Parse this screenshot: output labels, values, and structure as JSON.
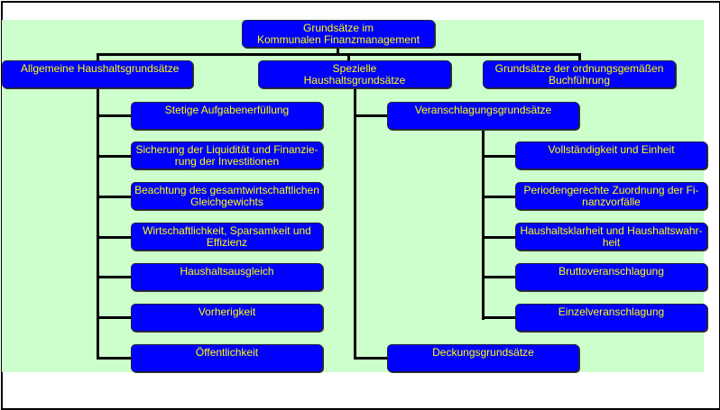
{
  "root": "Grundsätze im Kommunalen Finanzmanagement",
  "root_lines": [
    "Grundsätze im",
    "Kommunalen Finanzmanagement"
  ],
  "level1": [
    {
      "label": "Allgemeine Haushaltsgrundsätze"
    },
    {
      "label": "Spezielle Haushaltsgrundsätze",
      "lines": [
        "Spezielle",
        "Haushaltsgrundsätze"
      ]
    },
    {
      "label": "Grundsätze der ordnungsgemäßen Buchführung",
      "lines": [
        "Grundsätze der ordnungsgemäßen",
        "Buchführung"
      ]
    }
  ],
  "allgemeine_children": [
    {
      "label": "Stetige Aufgabenerfüllung"
    },
    {
      "label": "Sicherung der Liquidität und Finanzierung der Investitionen",
      "lines": [
        "Sicherung der Liquidität und Finanzie-",
        "rung der Investitionen"
      ]
    },
    {
      "label": "Beachtung des gesamtwirtschaftlichen Gleichgewichts",
      "lines": [
        "Beachtung des gesamtwirtschaftlichen",
        "Gleichgewichts"
      ]
    },
    {
      "label": "Wirtschaftlichkeit, Sparsamkeit und Effizienz",
      "lines": [
        "Wirtschaftlichkeit, Sparsamkeit und",
        "Effizienz"
      ]
    },
    {
      "label": "Haushaltsausgleich"
    },
    {
      "label": "Vorherigkeit"
    },
    {
      "label": "Öffentlichkeit"
    }
  ],
  "spezielle_children": [
    {
      "label": "Veranschlagungsgrundsätze"
    },
    {
      "label": "Deckungsgrundsätze"
    }
  ],
  "veranschlagung_children": [
    {
      "label": "Vollständigkeit und Einheit"
    },
    {
      "label": "Periodengerechte Zuordnung der Finanzvorfälle",
      "lines": [
        "Periodengerechte Zuordnung der Fi-",
        "nanzvorfälle"
      ]
    },
    {
      "label": "Haushaltsklarheit und Haushaltswahrheit",
      "lines": [
        "Haushaltsklarheit und Haushaltswahr-",
        "heit"
      ]
    },
    {
      "label": "Bruttoveranschlagung"
    },
    {
      "label": "Einzelveranschlagung"
    }
  ],
  "colors": {
    "node_fill": "#0000ff",
    "node_text": "#ffff00",
    "background": "#ccffcc",
    "connector": "#000000"
  }
}
